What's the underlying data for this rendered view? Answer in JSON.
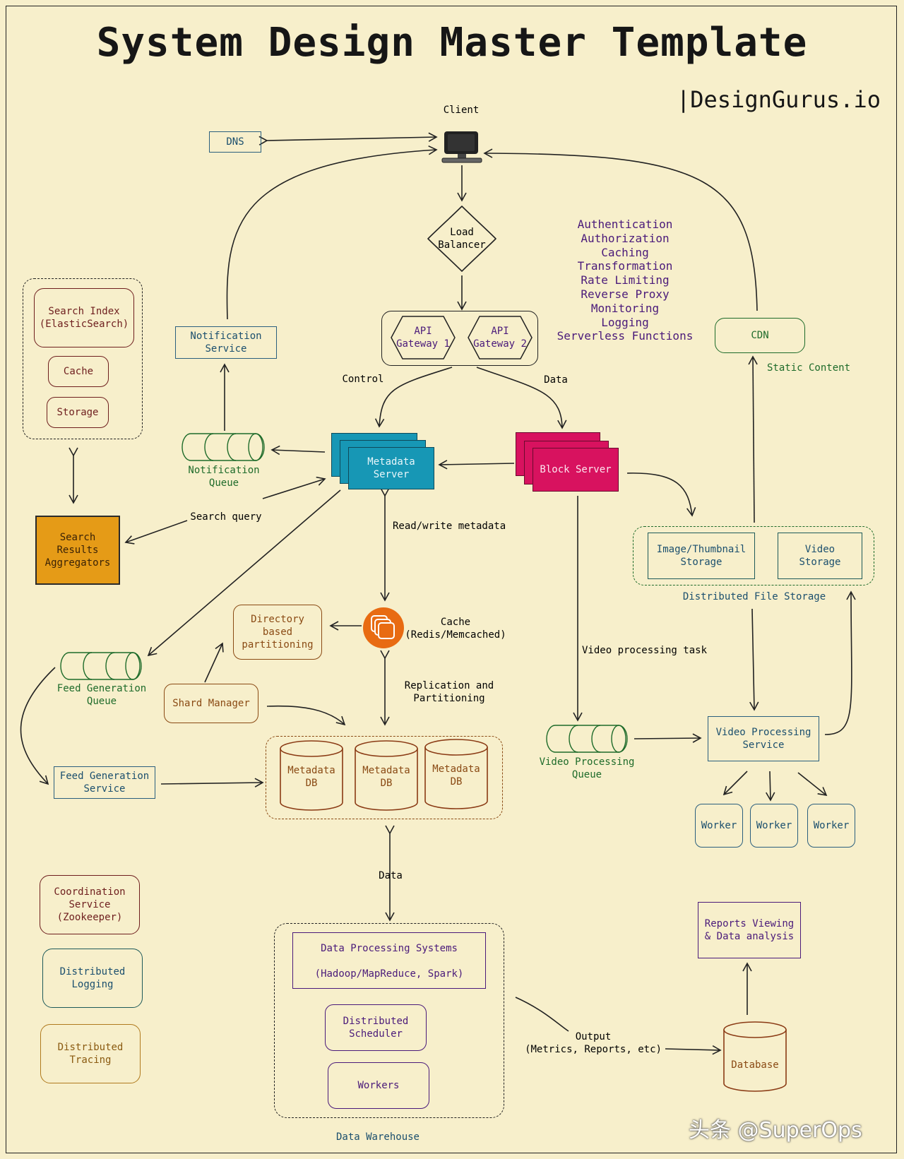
{
  "title": "System Design Master Template",
  "brand": "|DesignGurus.io",
  "watermark": "头条 @SuperOps",
  "colors": {
    "background": "#f7efcb",
    "metadata_server": "#1797b5",
    "block_server": "#d8125f",
    "search_results": "#e59b17",
    "cache_icon": "#e86b12"
  },
  "icons": {
    "client": "computer-icon",
    "cache": "stacked-cache-icon",
    "queue": "queue-cylinder-icon",
    "db": "database-cylinder-icon"
  },
  "nodes": {
    "client": "Client",
    "dns": "DNS",
    "load_balancer": "Load\nBalancer",
    "gateway1": "API\nGateway 1",
    "gateway2": "API\nGateway 2",
    "gateway_features": "Authentication\nAuthorization\nCaching\nTransformation\nRate Limiting\nReverse Proxy\nMonitoring\nLogging\nServerless Functions",
    "cdn": "CDN",
    "static_content": "Static Content",
    "notification_service": "Notification\nService",
    "notification_queue": "Notification\nQueue",
    "search_index": "Search Index\n(ElasticSearch)",
    "search_cache": "Cache",
    "search_storage": "Storage",
    "search_results": "Search\nResults\nAggregators",
    "search_query": "Search query",
    "metadata_server": "Metadata\nServer",
    "block_server": "Block Server",
    "control": "Control",
    "data": "Data",
    "read_write": "Read/write metadata",
    "image_storage": "Image/Thumbnail\nStorage",
    "video_storage": "Video\nStorage",
    "dfs": "Distributed File Storage",
    "directory": "Directory\nbased\npartitioning",
    "cache": "Cache\n(Redis/Memcached)",
    "feed_queue": "Feed Generation\nQueue",
    "shard_manager": "Shard Manager",
    "replication": "Replication and\nPartitioning",
    "feed_service": "Feed Generation\nService",
    "metadata_db": "Metadata\nDB",
    "video_task": "Video processing task",
    "video_queue": "Video Processing\nQueue",
    "video_service": "Video Processing\nService",
    "worker": "Worker",
    "coordination": "Coordination\nService\n(Zookeeper)",
    "dist_logging": "Distributed\nLogging",
    "dist_tracing": "Distributed\nTracing",
    "data_link": "Data",
    "dps_line1": "Data Processing Systems",
    "dps_line2": "(Hadoop/MapReduce, Spark)",
    "scheduler": "Distributed\nScheduler",
    "workers": "Workers",
    "data_warehouse": "Data Warehouse",
    "output": "Output\n(Metrics, Reports, etc)",
    "database": "Database",
    "reports": "Reports Viewing\n& Data analysis"
  }
}
